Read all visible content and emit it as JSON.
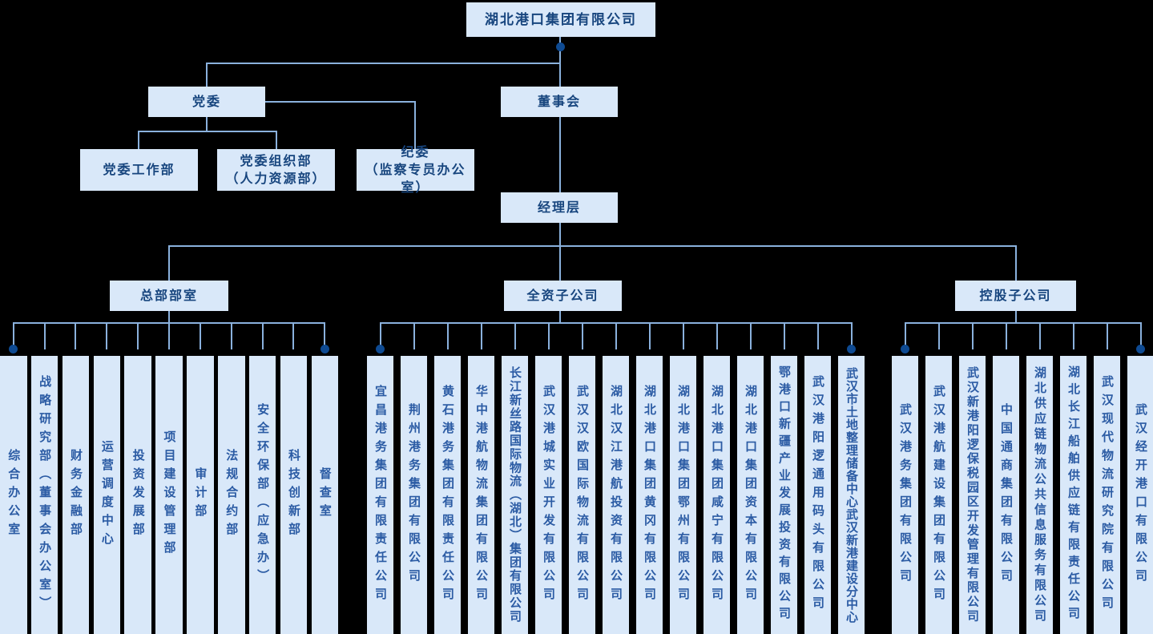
{
  "title": "湖北港口集团有限公司",
  "nodes": {
    "party": "党委",
    "board": "董事会",
    "management": "经理层"
  },
  "party_children": [
    {
      "line1": "党委工作部",
      "line2": ""
    },
    {
      "line1": "党委组织部",
      "line2": "（人力资源部）"
    },
    {
      "line1": "纪委",
      "line2": "（监察专员办公室）"
    }
  ],
  "groups": [
    {
      "label": "总部部室",
      "children": [
        "综合办公室",
        "战略研究部（董事会办公室）",
        "财务金融部",
        "运营调度中心",
        "投资发展部",
        "项目建设管理部",
        "审计部",
        "法规合约部",
        "安全环保部（应急办）",
        "科技创新部",
        "督查室"
      ]
    },
    {
      "label": "全资子公司",
      "children": [
        "宜昌港务集团有限责任公司",
        "荆州港务集团有限公司",
        "黄石港务集团有限责任公司",
        "华中港航物流集团有限公司",
        "长江新丝路国际物流（湖北）集团有限公司",
        "武汉港城实业开发有限公司",
        "武汉汉欧国际物流有限公司",
        "湖北汉江港航投资有限公司",
        "湖北港口集团黄冈有限公司",
        "湖北港口集团鄂州有限公司",
        "湖北港口集团咸宁有限公司",
        "湖北港口集团资本有限公司",
        "鄂港口新疆产业发展投资有限公司",
        "武汉港阳逻通用码头有限公司",
        "武汉市土地整理储备中心武汉新港建设分中心"
      ]
    },
    {
      "label": "控股子公司",
      "children": [
        "武汉港务集团有限公司",
        "武汉港航建设集团有限公司",
        "武汉新港阳逻保税园区开发管理有限公司",
        "中国通商集团有限公司",
        "湖北供应链物流公共信息服务有限公司",
        "湖北长江船舶供应链有限责任公司",
        "武汉现代物流研究院有限公司",
        "武汉经开港口有限公司"
      ]
    }
  ],
  "colors": {
    "background": "#000000",
    "node_fill": "#d9e8f9",
    "node_text": "#17457e",
    "column_text": "#2b5ba4",
    "line": "#8ab1dd",
    "dot": "#0e4a92"
  }
}
